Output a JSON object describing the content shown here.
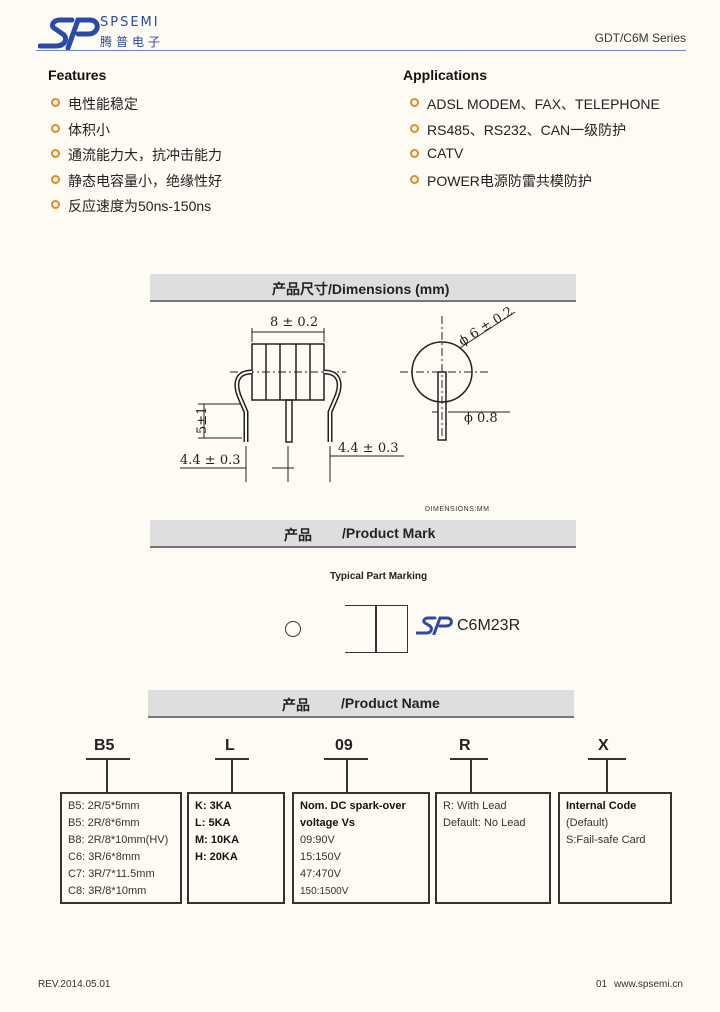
{
  "header": {
    "brand": "SPSEMI",
    "brand_cn": "腾普电子",
    "series": "GDT/C6M Series"
  },
  "features": {
    "title": "Features",
    "items": [
      "电性能稳定",
      "体积小",
      "通流能力大，抗冲击能力",
      "静态电容量小，绝缘性好",
      "反应速度为50ns-150ns"
    ]
  },
  "applications": {
    "title": "Applications",
    "items": [
      "ADSL MODEM、FAX、TELEPHONE",
      "RS485、RS232、CAN一级防护",
      "CATV",
      "POWER电源防雷共模防护"
    ]
  },
  "dimensions": {
    "title": "产品尺寸/Dimensions (mm)",
    "labels": {
      "length": "8 ± 0.2",
      "diameter": "ϕ 6 ± 0.2",
      "lead_diameter": "ϕ 0.8",
      "lead_length": "5±1",
      "pitch_left": "4.4 ± 0.3",
      "pitch_right": "4.4 ± 0.3"
    },
    "unit_note": "DIMENSIONS:MM"
  },
  "product_mark": {
    "title_cn": "产品",
    "title_en": "/Product Mark",
    "subtitle": "Typical Part Marking",
    "marking": "C6M23R"
  },
  "product_name": {
    "title_cn": "产品",
    "title_en": "/Product Name",
    "codes": [
      "B5",
      "L",
      "09",
      "R",
      "X"
    ],
    "size_box": [
      {
        "code": "B5:",
        "value": "2R/5*5mm"
      },
      {
        "code": "B5:",
        "value": "2R/8*6mm"
      },
      {
        "code": "B8:",
        "value": "2R/8*10mm(HV)"
      },
      {
        "code": "C6:",
        "value": "3R/6*8mm"
      },
      {
        "code": "C7:",
        "value": "3R/7*11.5mm"
      },
      {
        "code": "C8:",
        "value": "3R/8*10mm"
      }
    ],
    "current_box": [
      {
        "code": "K:",
        "value": "3KA"
      },
      {
        "code": "L:",
        "value": "5KA"
      },
      {
        "code": "M:",
        "value": "10KA"
      },
      {
        "code": "H:",
        "value": "20KA"
      }
    ],
    "voltage_box": {
      "heading1": "Nom. DC spark-over",
      "heading2": "voltage Vs",
      "rows": [
        "09:90V",
        "15:150V",
        "47:470V",
        "150:1500V"
      ]
    },
    "lead_box": [
      "R: With Lead",
      "Default: No Lead"
    ],
    "internal_box": {
      "heading": "Internal Code",
      "rows": [
        "(Default)",
        "S:Fail-safe Card"
      ]
    }
  },
  "footer": {
    "rev": "REV.2014.05.01",
    "page": "01",
    "site": "www.spsemi.cn"
  },
  "colors": {
    "brand_blue": "#2a4aa6",
    "bullet_orange": "#e08a2a",
    "bar_gray": "#dedede"
  }
}
